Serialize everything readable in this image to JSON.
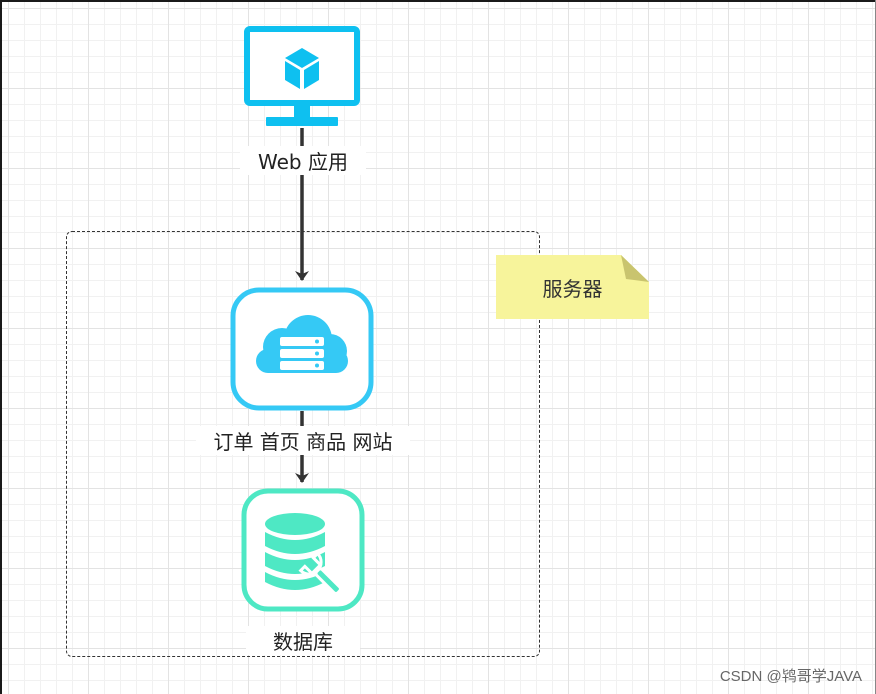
{
  "nodes": {
    "web": {
      "label": "Web 应用",
      "icon": "monitor-cube-icon",
      "color": "#0ec0f0"
    },
    "app": {
      "label": "订单 首页 商品 网站",
      "icon": "cloud-server-icon",
      "color": "#35c9f5"
    },
    "db": {
      "label": "数据库",
      "icon": "database-wrench-icon",
      "color": "#4ee8c4"
    }
  },
  "group": {
    "note": "服务器",
    "note_color": "#f7f49b"
  },
  "edges": [
    {
      "from": "web",
      "to": "app"
    },
    {
      "from": "app",
      "to": "db"
    }
  ],
  "watermark": "CSDN @鸨哥学JAVA"
}
